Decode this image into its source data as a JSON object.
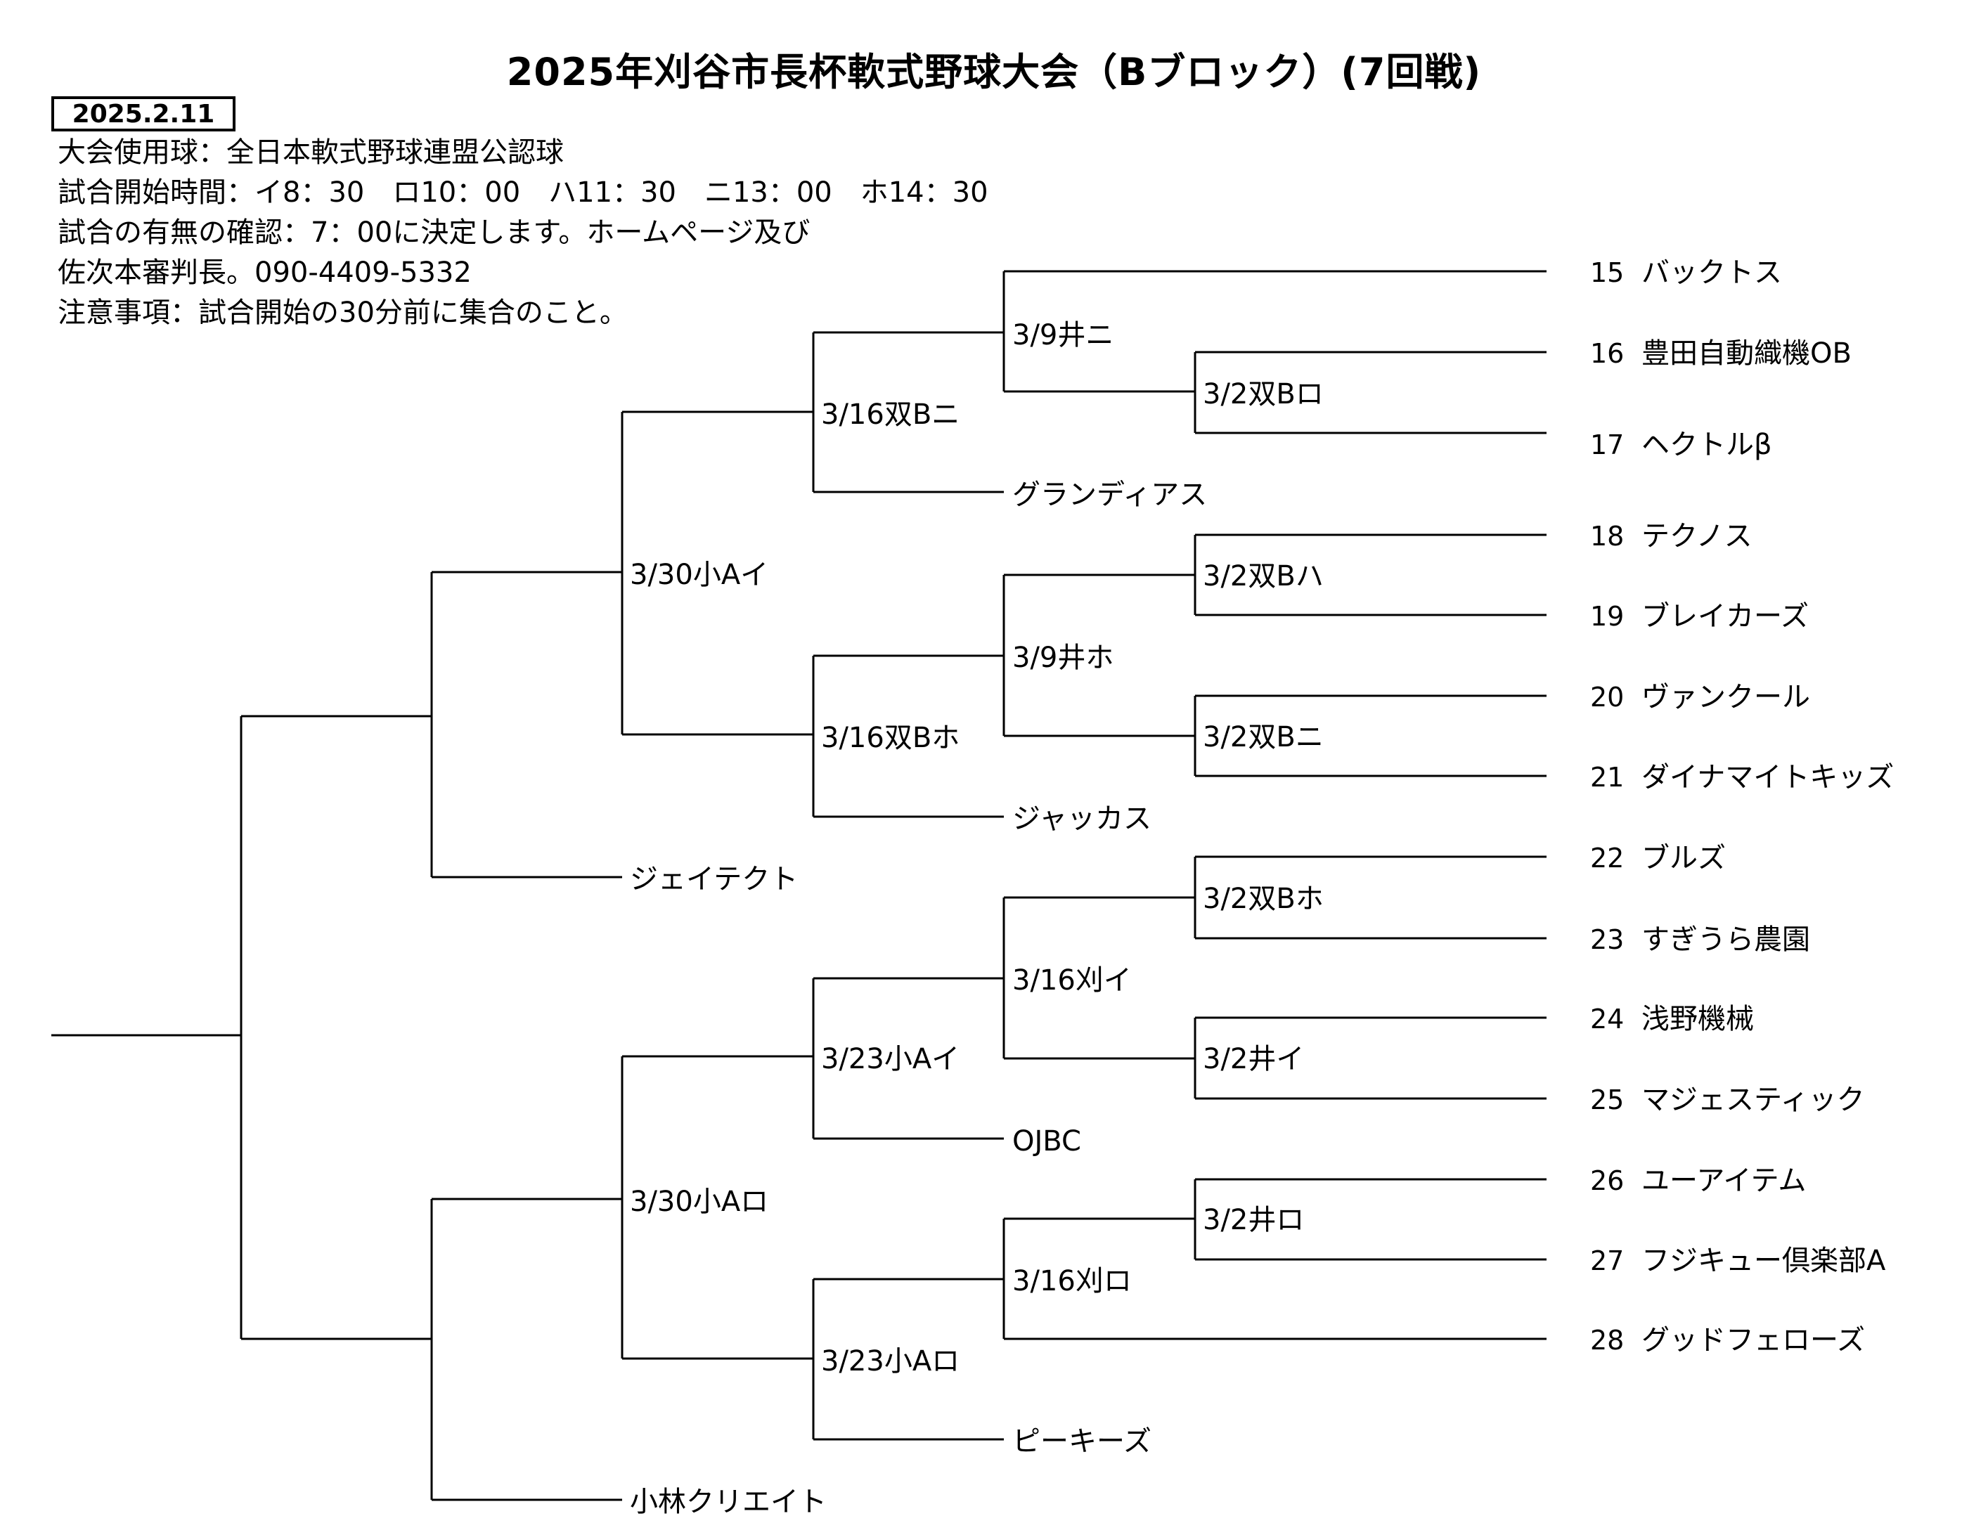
{
  "title": "2025年刈谷市長杯軟式野球大会（Bブロック）(7回戦)",
  "date": "2025.2.11",
  "info_lines": [
    "大会使用球：全日本軟式野球連盟公認球",
    "試合開始時間：イ8：30　ロ10：00　ハ11：30　ニ13：00　ホ14：30",
    "試合の有無の確認：7：00に決定します。ホームページ及び",
    "佐次本審判長。090-4409-5332",
    "注意事項：試合開始の30分前に集合のこと。"
  ],
  "teams": [
    {
      "num": "15",
      "name": "バックトス"
    },
    {
      "num": "16",
      "name": "豊田自動織機OB"
    },
    {
      "num": "17",
      "name": "ヘクトルβ"
    },
    {
      "num": "18",
      "name": "テクノス"
    },
    {
      "num": "19",
      "name": "ブレイカーズ"
    },
    {
      "num": "20",
      "name": "ヴァンクール"
    },
    {
      "num": "21",
      "name": "ダイナマイトキッズ"
    },
    {
      "num": "22",
      "name": "ブルズ"
    },
    {
      "num": "23",
      "name": "すぎうら農園"
    },
    {
      "num": "24",
      "name": "浅野機械"
    },
    {
      "num": "25",
      "name": "マジェスティック"
    },
    {
      "num": "26",
      "name": "ユーアイテム"
    },
    {
      "num": "27",
      "name": "フジキュー倶楽部A"
    },
    {
      "num": "28",
      "name": "グッドフェローズ"
    }
  ],
  "seeded": {
    "grandias": "グランディアス",
    "jackas": "ジャッカス",
    "jtekt": "ジェイテクト",
    "ojbc": "OJBC",
    "peakies": "ピーキーズ",
    "kobayashi": "小林クリエイト"
  },
  "matches": {
    "r1_a": "3/2双Bロ",
    "r1_b": "3/2双Bハ",
    "r1_c": "3/2双Bニ",
    "r1_d": "3/2双Bホ",
    "r1_e": "3/2井イ",
    "r1_f": "3/2井ロ",
    "r2_a": "3/9井ニ",
    "r2_b": "3/9井ホ",
    "r2_c": "3/16刈イ",
    "r2_d": "3/16刈ロ",
    "r3_a": "3/16双Bニ",
    "r3_b": "3/16双Bホ",
    "r3_c": "3/23小Aイ",
    "r3_d": "3/23小Aロ",
    "r4_a": "3/30小Aイ",
    "r4_b": "3/30小Aロ"
  }
}
